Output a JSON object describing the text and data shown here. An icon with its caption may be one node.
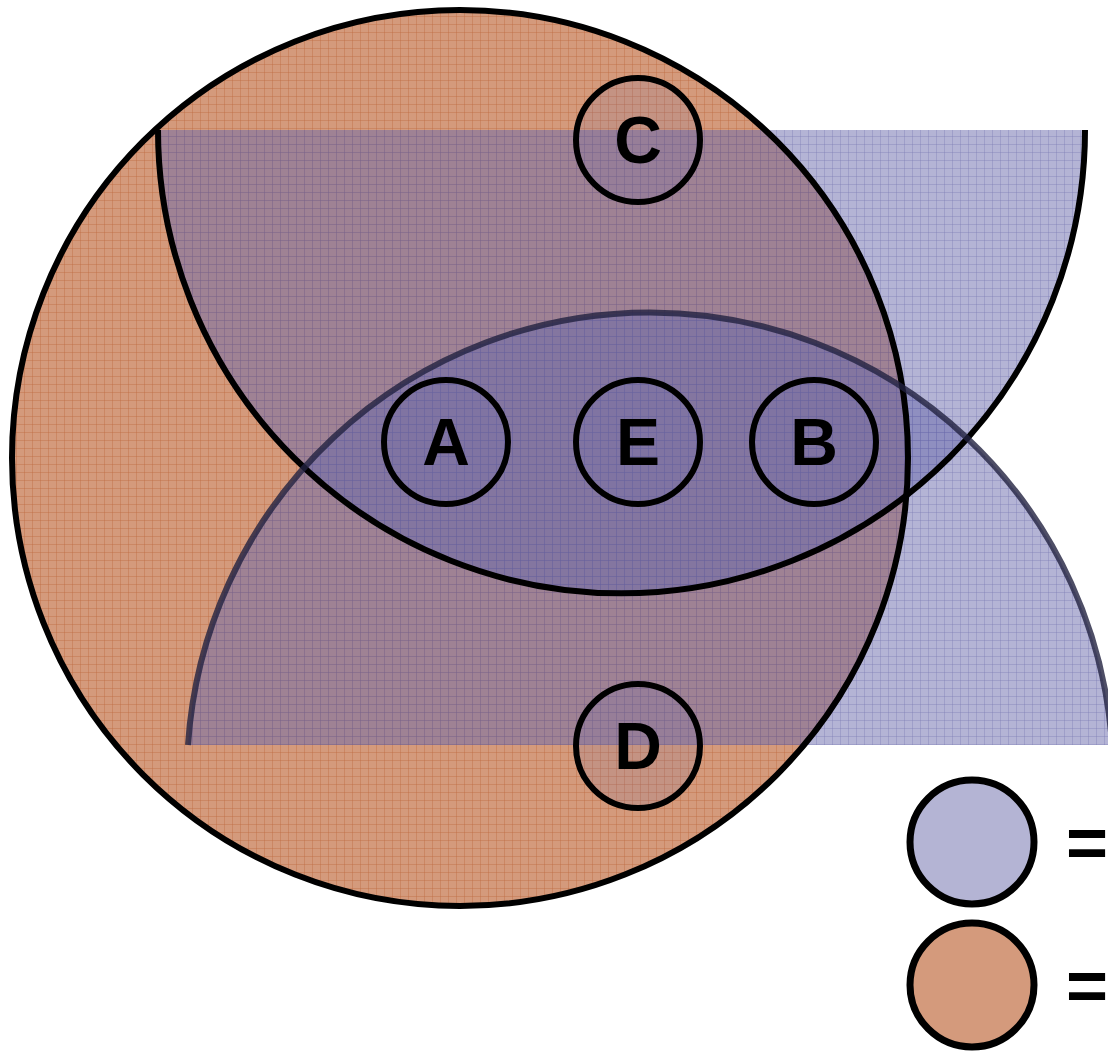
{
  "diagram": {
    "nodes": [
      {
        "text": [
          "C"
        ]
      },
      {
        "text": [
          "A"
        ]
      },
      {
        "text": [
          "E"
        ]
      },
      {
        "text": [
          "B"
        ]
      },
      {
        "text": [
          "D"
        ]
      }
    ],
    "edges": [],
    "legend": [
      {
        "text": "=",
        "color": "#b4b4d4"
      },
      {
        "text": "=",
        "color": "#d49a7c"
      }
    ]
  }
}
